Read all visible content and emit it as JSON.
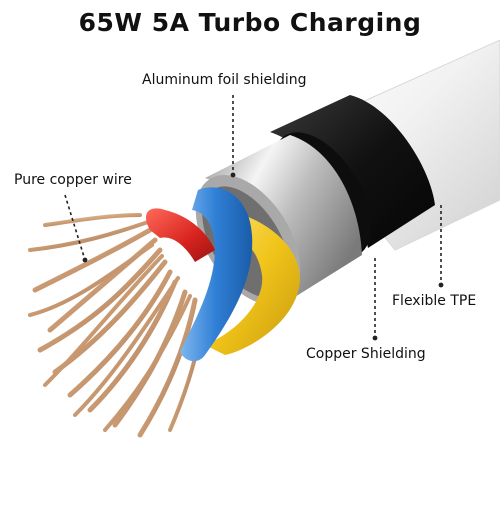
{
  "title": "65W 5A Turbo Charging",
  "labels": {
    "aluminum_foil": "Aluminum foil shielding",
    "copper_wire": "Pure copper wire",
    "tpe": "Flexible TPE",
    "copper_shielding": "Copper Shielding"
  },
  "colors": {
    "jacket": "#ececec",
    "sleeve": "#1a1a1a",
    "foil": "#c9c9c9",
    "wire_blue": "#2f7fd6",
    "wire_yellow": "#f0c419",
    "wire_red": "#d8231f",
    "copper": "#c99a72",
    "callout": "#222222"
  }
}
